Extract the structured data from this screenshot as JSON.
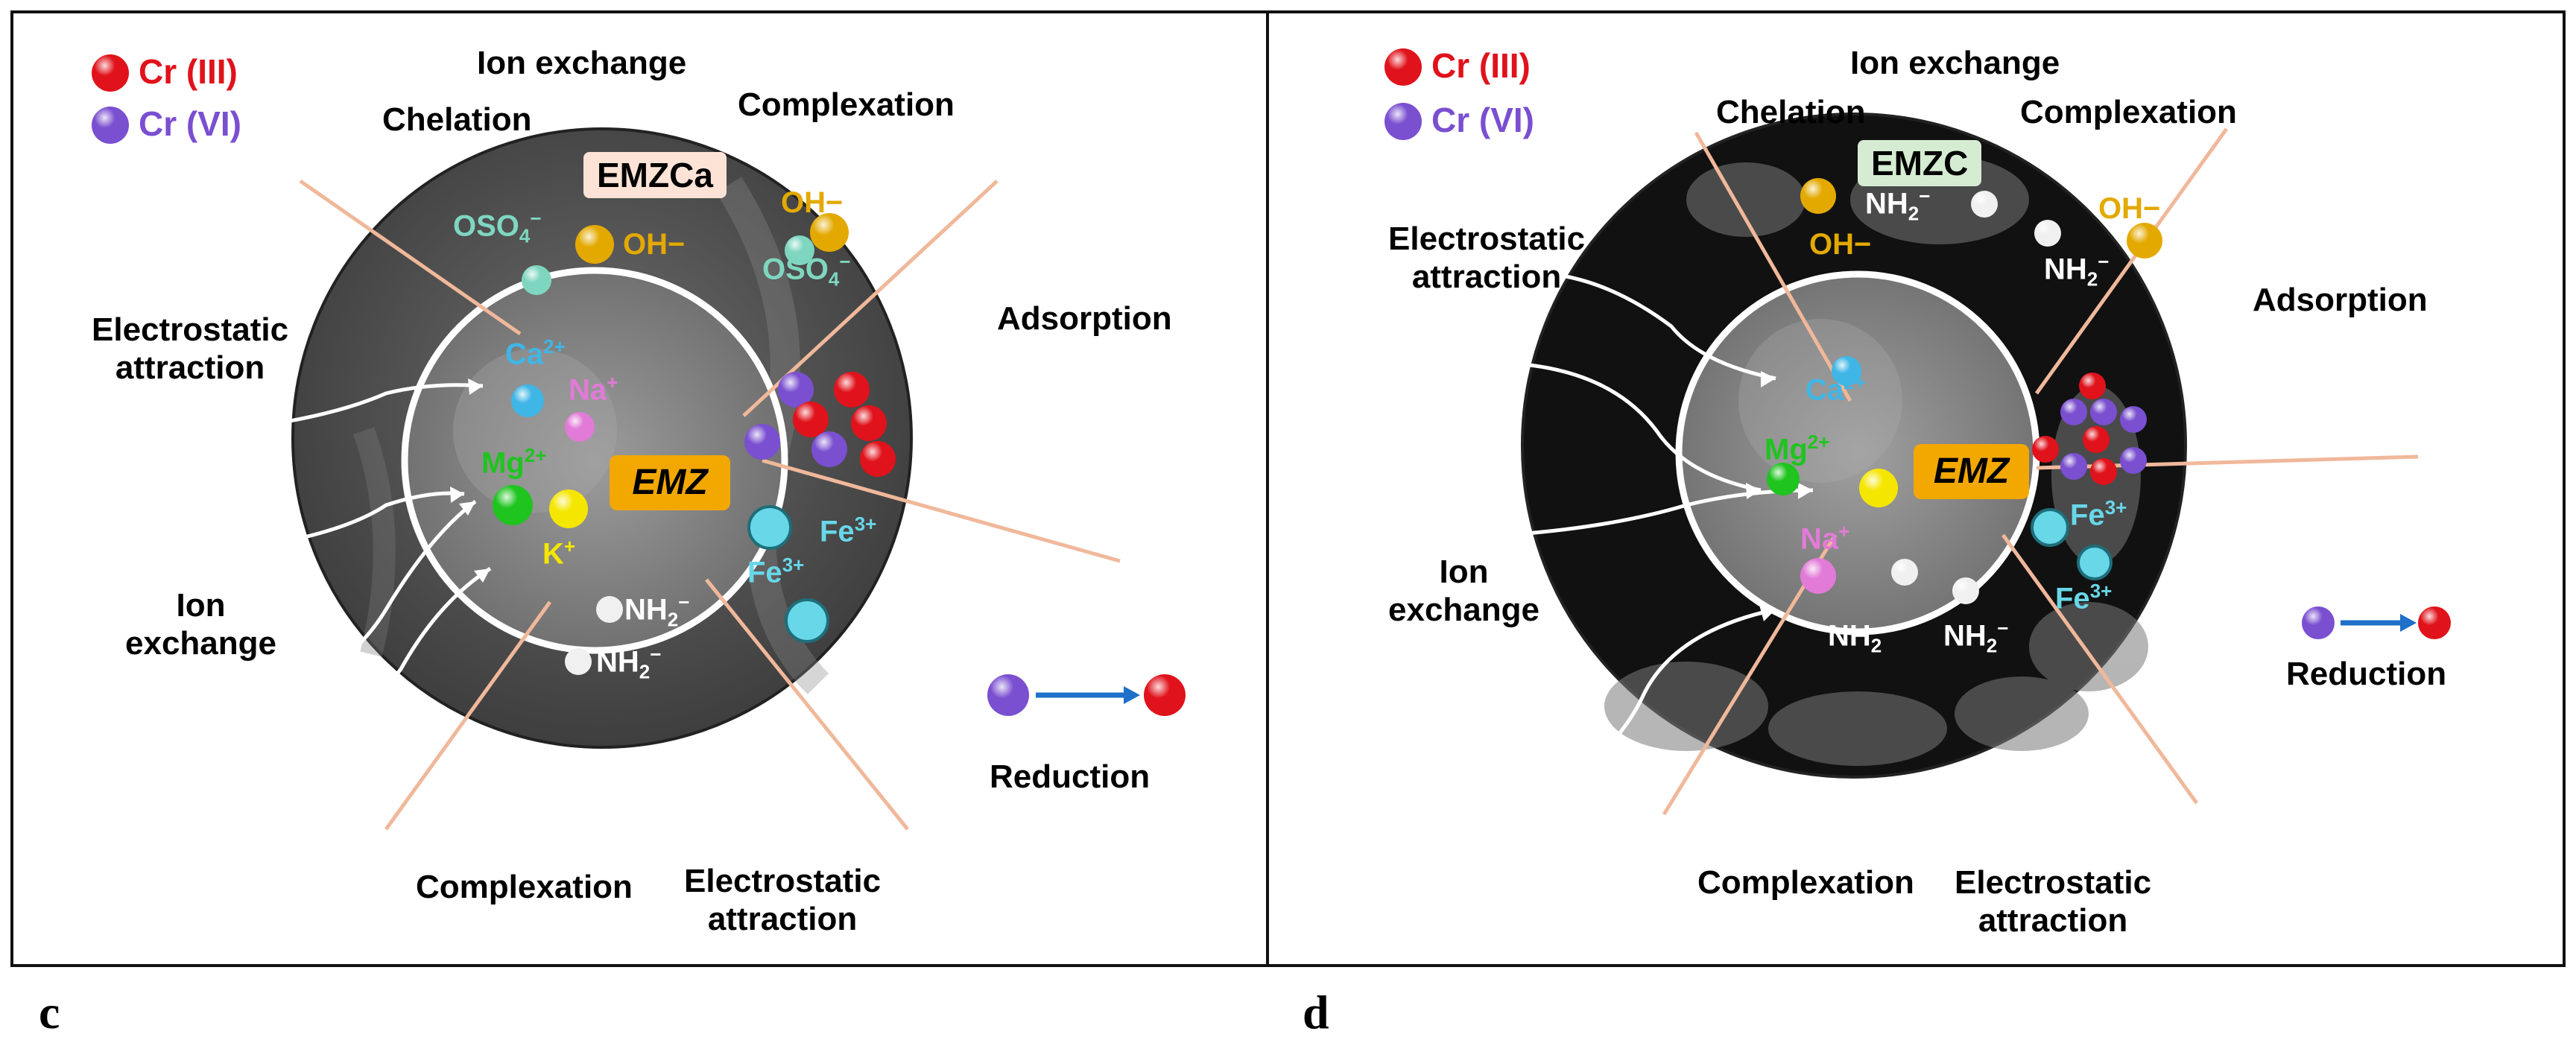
{
  "legend": {
    "cr3": {
      "label": "Cr (III)",
      "color": "#e0121b"
    },
    "cr6": {
      "label": "Cr (VI)",
      "color": "#7a4fd0"
    }
  },
  "panel_c": {
    "letter": "c",
    "material_tag": "EMZCa",
    "core_label": "EMZ",
    "labels": {
      "ion_exchange_top": "Ion exchange",
      "chelation": "Chelation",
      "complexation_top": "Complexation",
      "electrostatic_left_1": "Electrostatic",
      "electrostatic_left_2": "attraction",
      "adsorption": "Adsorption",
      "ion_exchange_left_1": "Ion",
      "ion_exchange_left_2": "exchange",
      "reduction": "Reduction",
      "complexation_bottom": "Complexation",
      "electrostatic_bottom_1": "Electrostatic",
      "electrostatic_bottom_2": "attraction"
    },
    "ions": {
      "oso4_left": "OSO",
      "oso4_right": "OSO",
      "oh_left": "OH−",
      "oh_right": "OH−",
      "ca": "Ca",
      "na": "Na",
      "mg": "Mg",
      "k": "K",
      "fe_1": "Fe",
      "fe_2": "Fe",
      "nh2_1": "NH",
      "nh2_2": "NH"
    }
  },
  "panel_d": {
    "letter": "d",
    "material_tag": "EMZC",
    "core_label": "EMZ",
    "labels": {
      "ion_exchange_top": "Ion exchange",
      "chelation": "Chelation",
      "complexation_top": "Complexation",
      "electrostatic_left_1": "Electrostatic",
      "electrostatic_left_2": "attraction",
      "adsorption": "Adsorption",
      "ion_exchange_left_1": "Ion",
      "ion_exchange_left_2": "exchange",
      "reduction": "Reduction",
      "complexation_bottom": "Complexation",
      "electrostatic_bottom_1": "Electrostatic",
      "electrostatic_bottom_2": "attraction"
    },
    "ions": {
      "oh_left": "OH−",
      "oh_right": "OH−",
      "nh2_top": "NH",
      "nh2_right": "NH",
      "ca": "Ca",
      "mg": "Mg",
      "na": "Na",
      "fe_1": "Fe",
      "fe_2": "Fe",
      "nh2_b1": "NH",
      "nh2_b2": "NH"
    }
  },
  "colors": {
    "spoke": "#f0b89a",
    "ring": "#ffffff",
    "outer_c": "#555555",
    "outer_d": "#111111",
    "inner": "#8a8a8a",
    "oso4": "#7fd6c0",
    "oh": "#e3a900",
    "ca": "#3fb6e6",
    "na": "#e27ad8",
    "mg": "#1fc41f",
    "k": "#f5e600",
    "fe": "#68d7e8",
    "tag_c": "#fde3d6",
    "tag_d": "#d5ecd2",
    "arrow": "#1e70c8"
  }
}
